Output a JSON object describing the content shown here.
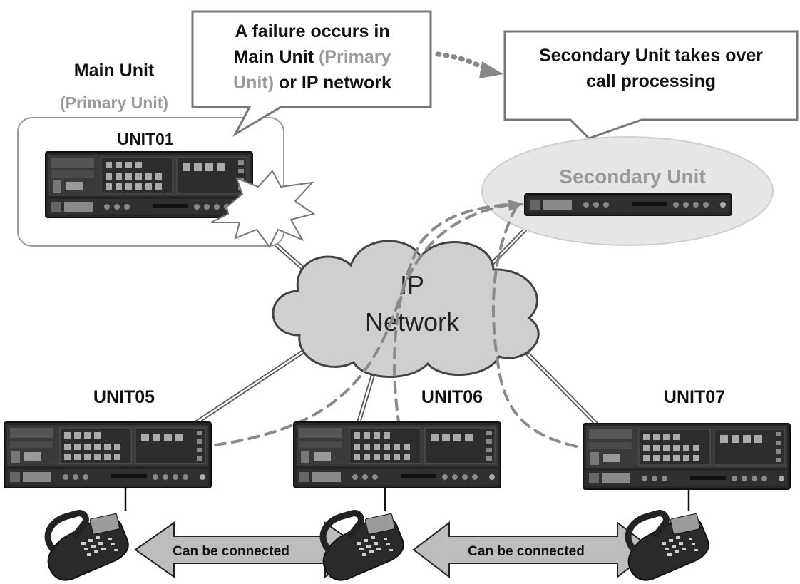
{
  "callout_failure": {
    "line1": "A failure occurs in",
    "line2_dark": "Main Unit ",
    "line2_gray": "(Primary",
    "line3_gray": "Unit)",
    "line3_dark": " or IP network"
  },
  "callout_takeover": {
    "line1": "Secondary Unit takes over",
    "line2": "call processing"
  },
  "main_unit": {
    "label": "Main Unit",
    "sublabel": "(Primary Unit)",
    "name": "UNIT01"
  },
  "secondary_unit": {
    "label": "Secondary Unit"
  },
  "network": {
    "line1": "IP",
    "line2": "Network"
  },
  "units": {
    "unit05": "UNIT05",
    "unit06": "UNIT06",
    "unit07": "UNIT07"
  },
  "connections": {
    "left": "Can be connected",
    "right": "Can be connected"
  },
  "colors": {
    "text_dark": "#111111",
    "text_gray": "#9a9a9a",
    "cloud_fill": "#cfcfcf",
    "ellipse_fill": "#e6e6e6",
    "dashed": "#888888",
    "arrow_fill": "#bdbdbd",
    "device_body": "#2c2c2c"
  },
  "icons": [
    "pbx-device-icon",
    "ip-phone-icon",
    "explosion-icon",
    "cloud-icon"
  ]
}
